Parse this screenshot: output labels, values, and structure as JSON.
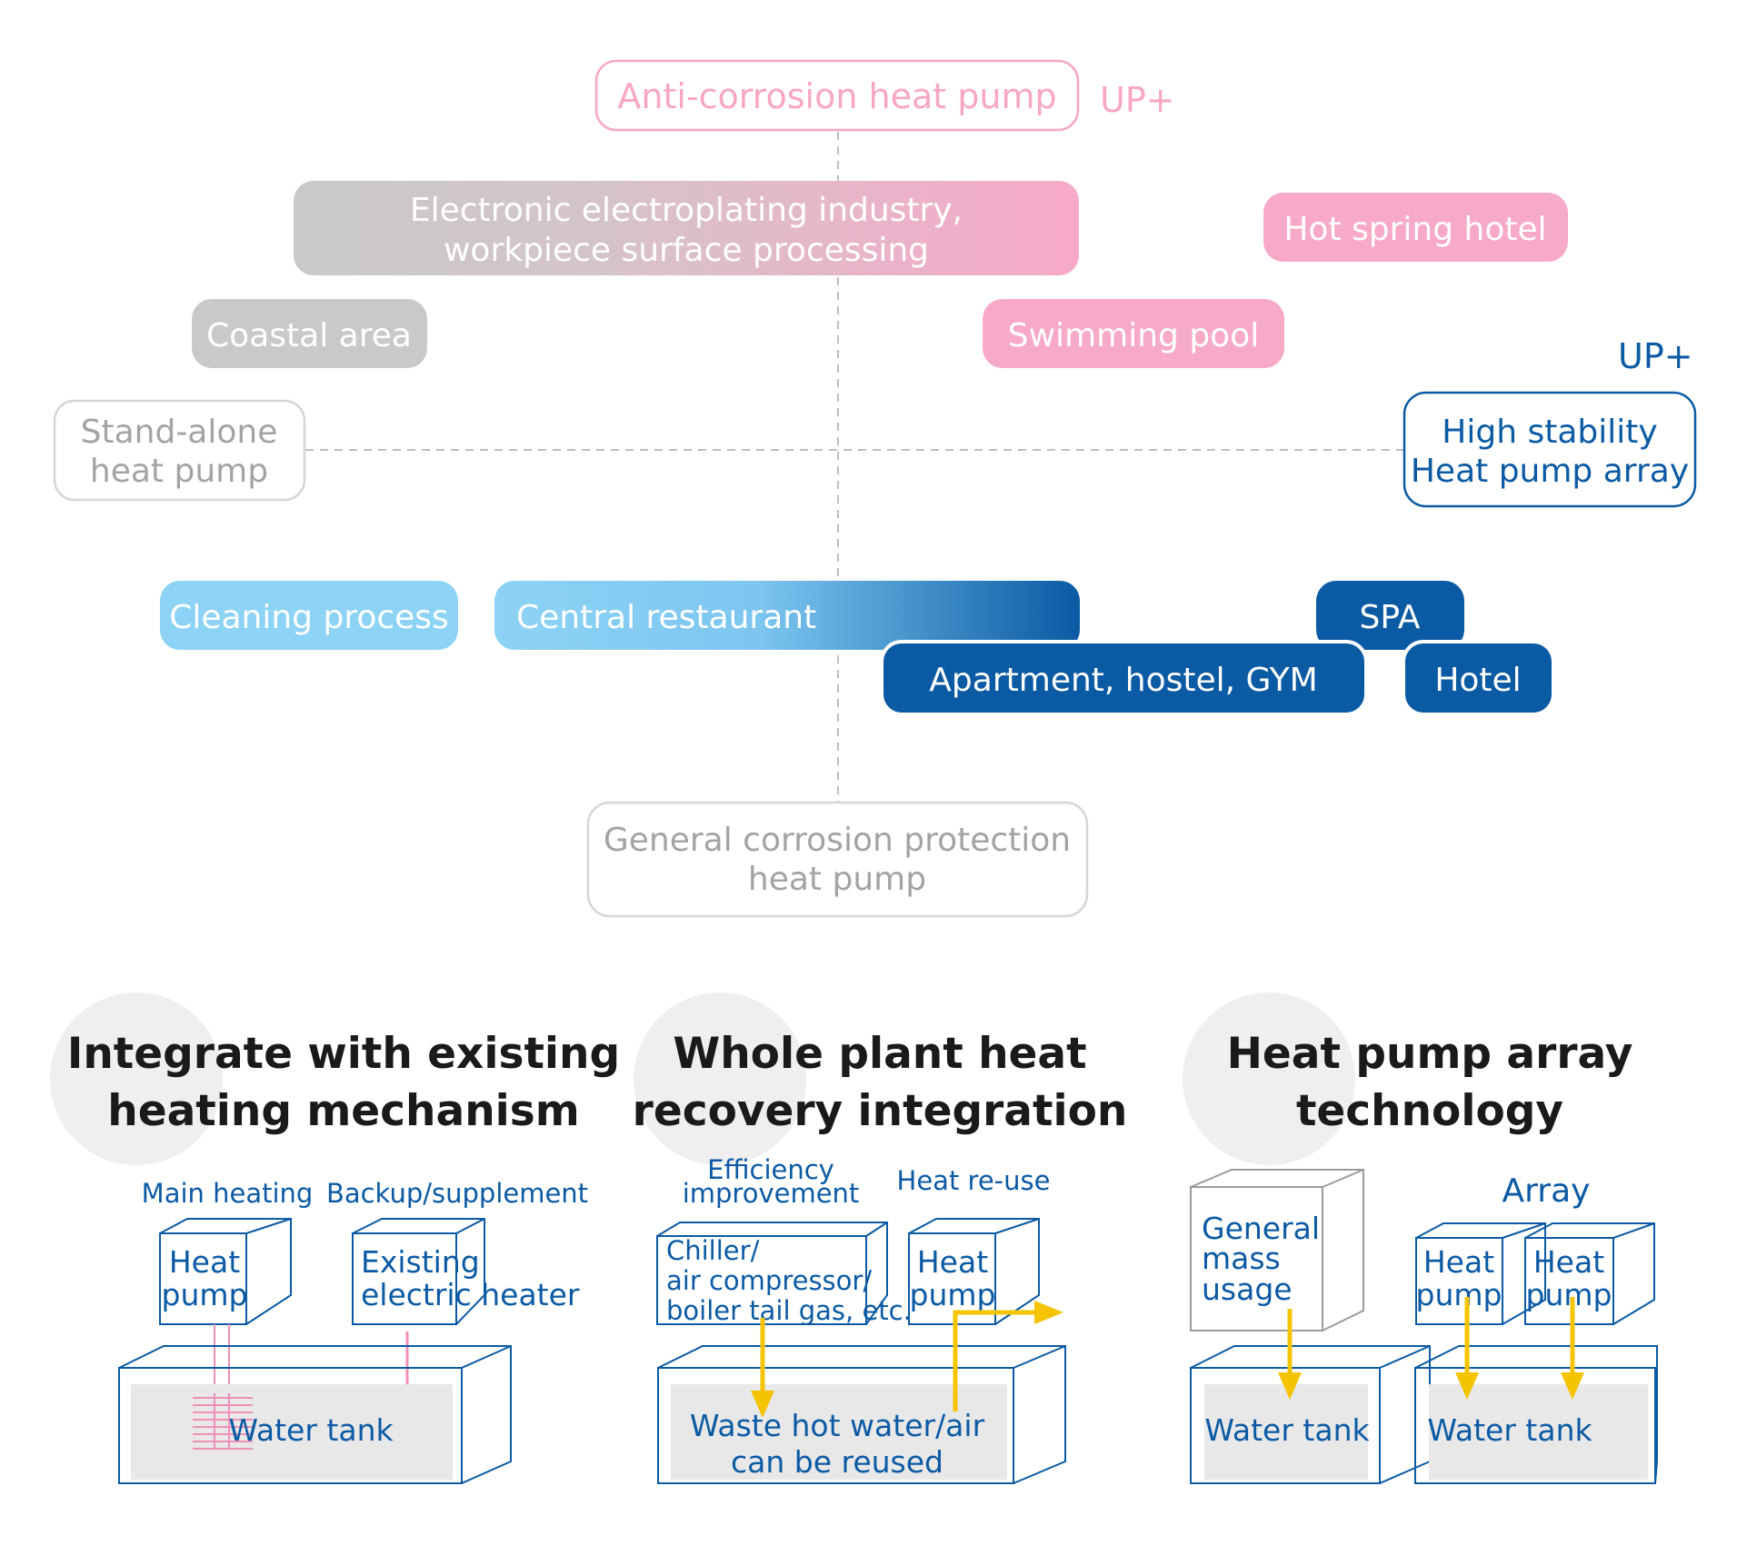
{
  "colors": {
    "pink": "#f7a9c8",
    "pink_text": "#f7a7c4",
    "gray": "#c9c9c9",
    "gray_text": "#a3a3a3",
    "light_blue": "#8dd3f5",
    "dark_blue": "#0b5aa4",
    "arrow_yellow": "#f4c400",
    "tank_fill": "#e8e8e8",
    "circle_gray": "#efefef",
    "heading": "#1a1a1a"
  },
  "matrix": {
    "top_label": "Anti-corrosion heat pump",
    "top_up": "UP+",
    "right_up": "UP+",
    "left_label": [
      "Stand-alone",
      "heat pump"
    ],
    "right_label": [
      "High stability",
      "Heat pump array"
    ],
    "bottom_label": [
      "General corrosion protection",
      "heat pump"
    ],
    "tags": {
      "electroplating": [
        "Electronic electroplating industry,",
        "workpiece surface processing"
      ],
      "hot_spring": "Hot spring hotel",
      "coastal": "Coastal area",
      "swimming_pool": "Swimming pool",
      "cleaning": "Cleaning process",
      "central_restaurant": "Central restaurant",
      "spa": "SPA",
      "apartment": "Apartment, hostel, GYM",
      "hotel": "Hotel"
    }
  },
  "sections": [
    {
      "title": [
        "Integrate with existing",
        "heating mechanism"
      ],
      "main_heating": "Main heating",
      "backup": "Backup/supplement",
      "heat_pump": [
        "Heat",
        "pump"
      ],
      "existing_heater": [
        "Existing",
        "electric heater"
      ],
      "water_tank": "Water tank"
    },
    {
      "title": [
        "Whole plant heat",
        "recovery integration"
      ],
      "efficiency": [
        "Efficiency",
        "improvement"
      ],
      "heat_reuse": "Heat re-use",
      "chiller": [
        "Chiller/",
        "air compressor/",
        "boiler tail gas, etc."
      ],
      "heat_pump": [
        "Heat",
        "pump"
      ],
      "tank_text": [
        "Waste hot water/air",
        "can be reused"
      ]
    },
    {
      "title": [
        "Heat pump array",
        "technology"
      ],
      "general_mass": [
        "General",
        "mass",
        "usage"
      ],
      "array": "Array",
      "heat_pump": [
        "Heat",
        "pump"
      ],
      "water_tank": "Water tank"
    }
  ]
}
